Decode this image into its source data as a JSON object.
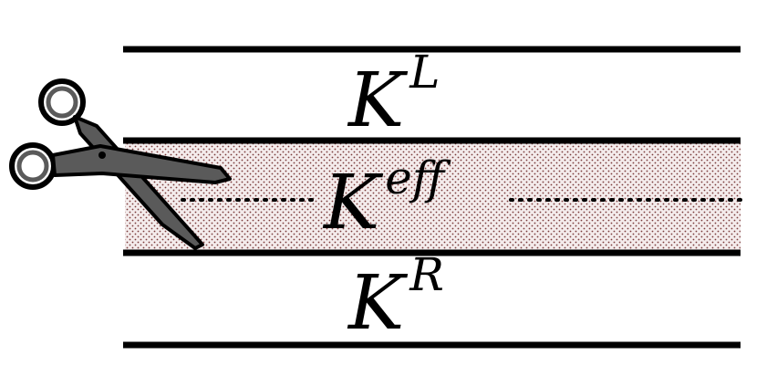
{
  "labels": {
    "top": {
      "base": "K",
      "sup": "L"
    },
    "middle": {
      "base": "K",
      "sup": "eff"
    },
    "bottom": {
      "base": "K",
      "sup": "R"
    }
  },
  "colors": {
    "line": "#000000",
    "dot": "#7a3a3a",
    "band_background": "#f4ecec",
    "scissors_blade": "#5a5a5a",
    "scissors_outline": "#000000"
  },
  "icons": {
    "scissors": "scissors-icon"
  }
}
